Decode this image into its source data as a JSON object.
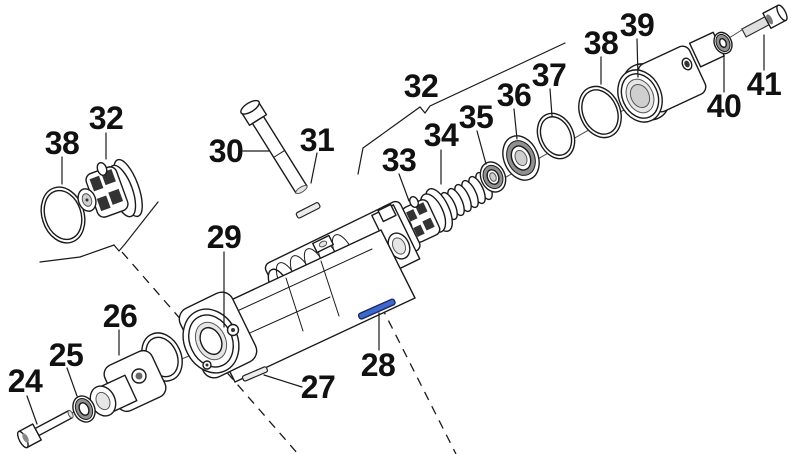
{
  "diagram": {
    "background": "#ffffff",
    "line_color": "#1a1a1a",
    "accent_blue": "#3e68cc",
    "shade_gray": "#909090",
    "labels": [
      {
        "id": "24",
        "text": "24"
      },
      {
        "id": "25",
        "text": "25"
      },
      {
        "id": "26",
        "text": "26"
      },
      {
        "id": "27",
        "text": "27"
      },
      {
        "id": "28",
        "text": "28"
      },
      {
        "id": "29",
        "text": "29"
      },
      {
        "id": "30",
        "text": "30"
      },
      {
        "id": "31",
        "text": "31"
      },
      {
        "id": "32a",
        "text": "32"
      },
      {
        "id": "32b",
        "text": "32"
      },
      {
        "id": "33",
        "text": "33"
      },
      {
        "id": "34",
        "text": "34"
      },
      {
        "id": "35",
        "text": "35"
      },
      {
        "id": "36",
        "text": "36"
      },
      {
        "id": "37",
        "text": "37"
      },
      {
        "id": "38a",
        "text": "38"
      },
      {
        "id": "38b",
        "text": "38"
      },
      {
        "id": "39",
        "text": "39"
      },
      {
        "id": "40",
        "text": "40"
      },
      {
        "id": "41",
        "text": "41"
      }
    ]
  }
}
